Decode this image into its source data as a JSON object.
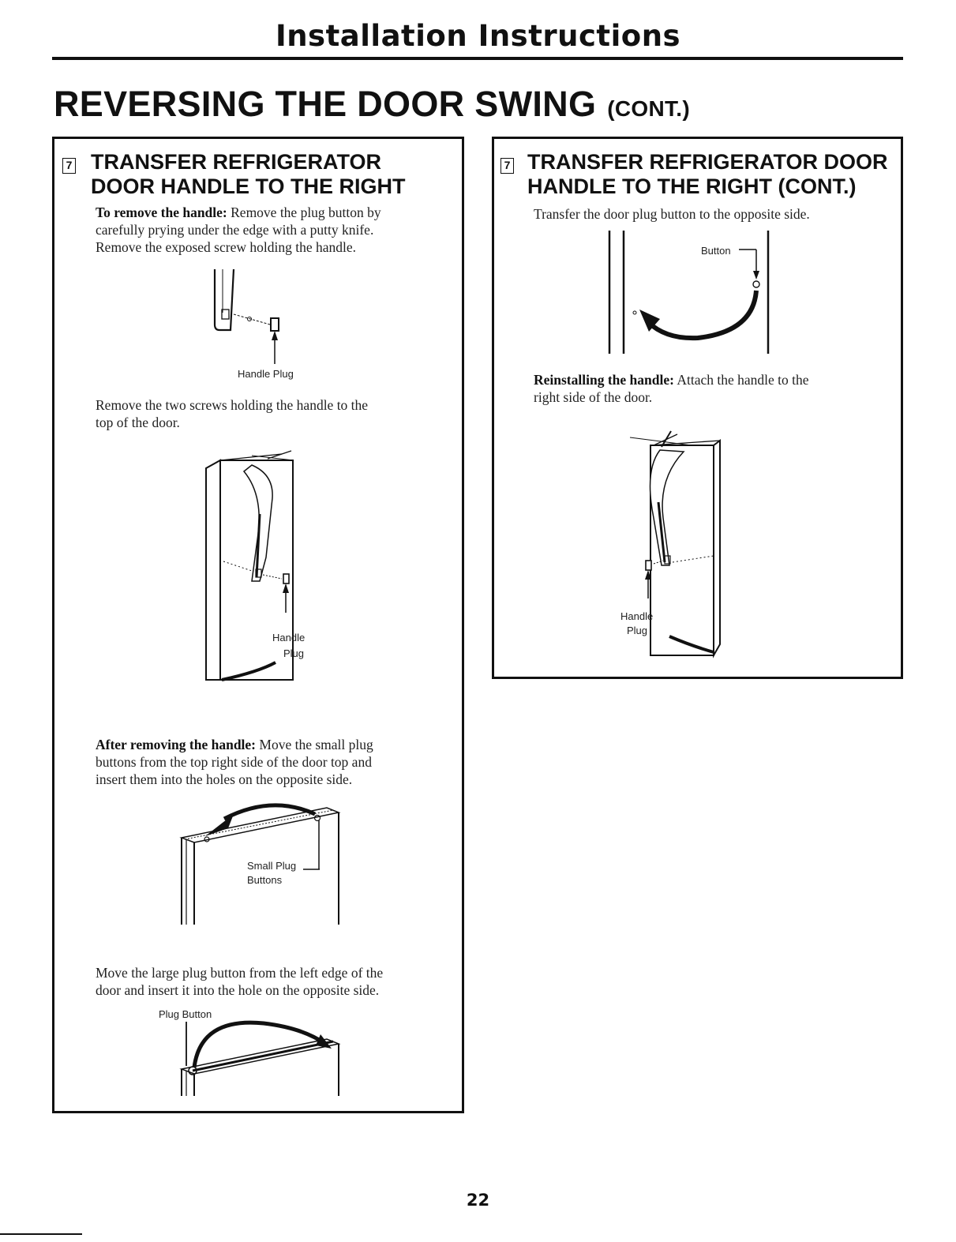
{
  "header": {
    "title": "Installation Instructions"
  },
  "section": {
    "title": "REVERSING THE DOOR SWING",
    "title_suffix": "(CONT.)"
  },
  "left_panel": {
    "step_number": "7",
    "heading_line1": "TRANSFER REFRIGERATOR",
    "heading_line2": "DOOR HANDLE TO THE RIGHT",
    "remove_lead": "To remove the handle:",
    "remove_line1_rest": " Remove the plug button by",
    "remove_line2": "carefully prying under the edge with a putty knife.",
    "remove_line3": "Remove the exposed screw holding the handle.",
    "fig1_label": "Handle Plug",
    "screws_line1": "Remove the two screws holding the handle to the",
    "screws_line2": "top of the door.",
    "fig2_label_line1": "Handle",
    "fig2_label_line2": "Plug",
    "after_lead": "After removing the handle:",
    "after_line1_rest": " Move the small plug",
    "after_line2": "buttons from the top right side of the door top and",
    "after_line3": "insert them into the holes on the opposite side.",
    "fig3_label_line1": "Small Plug",
    "fig3_label_line2": "Buttons",
    "large_line1": "Move the large plug button from the left edge of the",
    "large_line2": "door and insert it into the hole on the opposite side.",
    "fig4_label": "Plug Button"
  },
  "right_panel": {
    "step_number": "7",
    "heading_line1": "TRANSFER REFRIGERATOR DOOR",
    "heading_line2": "HANDLE TO THE RIGHT (CONT.)",
    "transfer_text": "Transfer the door plug button to the opposite side.",
    "fig5_label": "Button",
    "reinstall_lead": "Reinstalling the handle:",
    "reinstall_line1_rest": " Attach the handle to the",
    "reinstall_line2": "right side of the door.",
    "fig6_label_line1": "Handle",
    "fig6_label_line2": "Plug"
  },
  "footer": {
    "page_number": "22"
  }
}
